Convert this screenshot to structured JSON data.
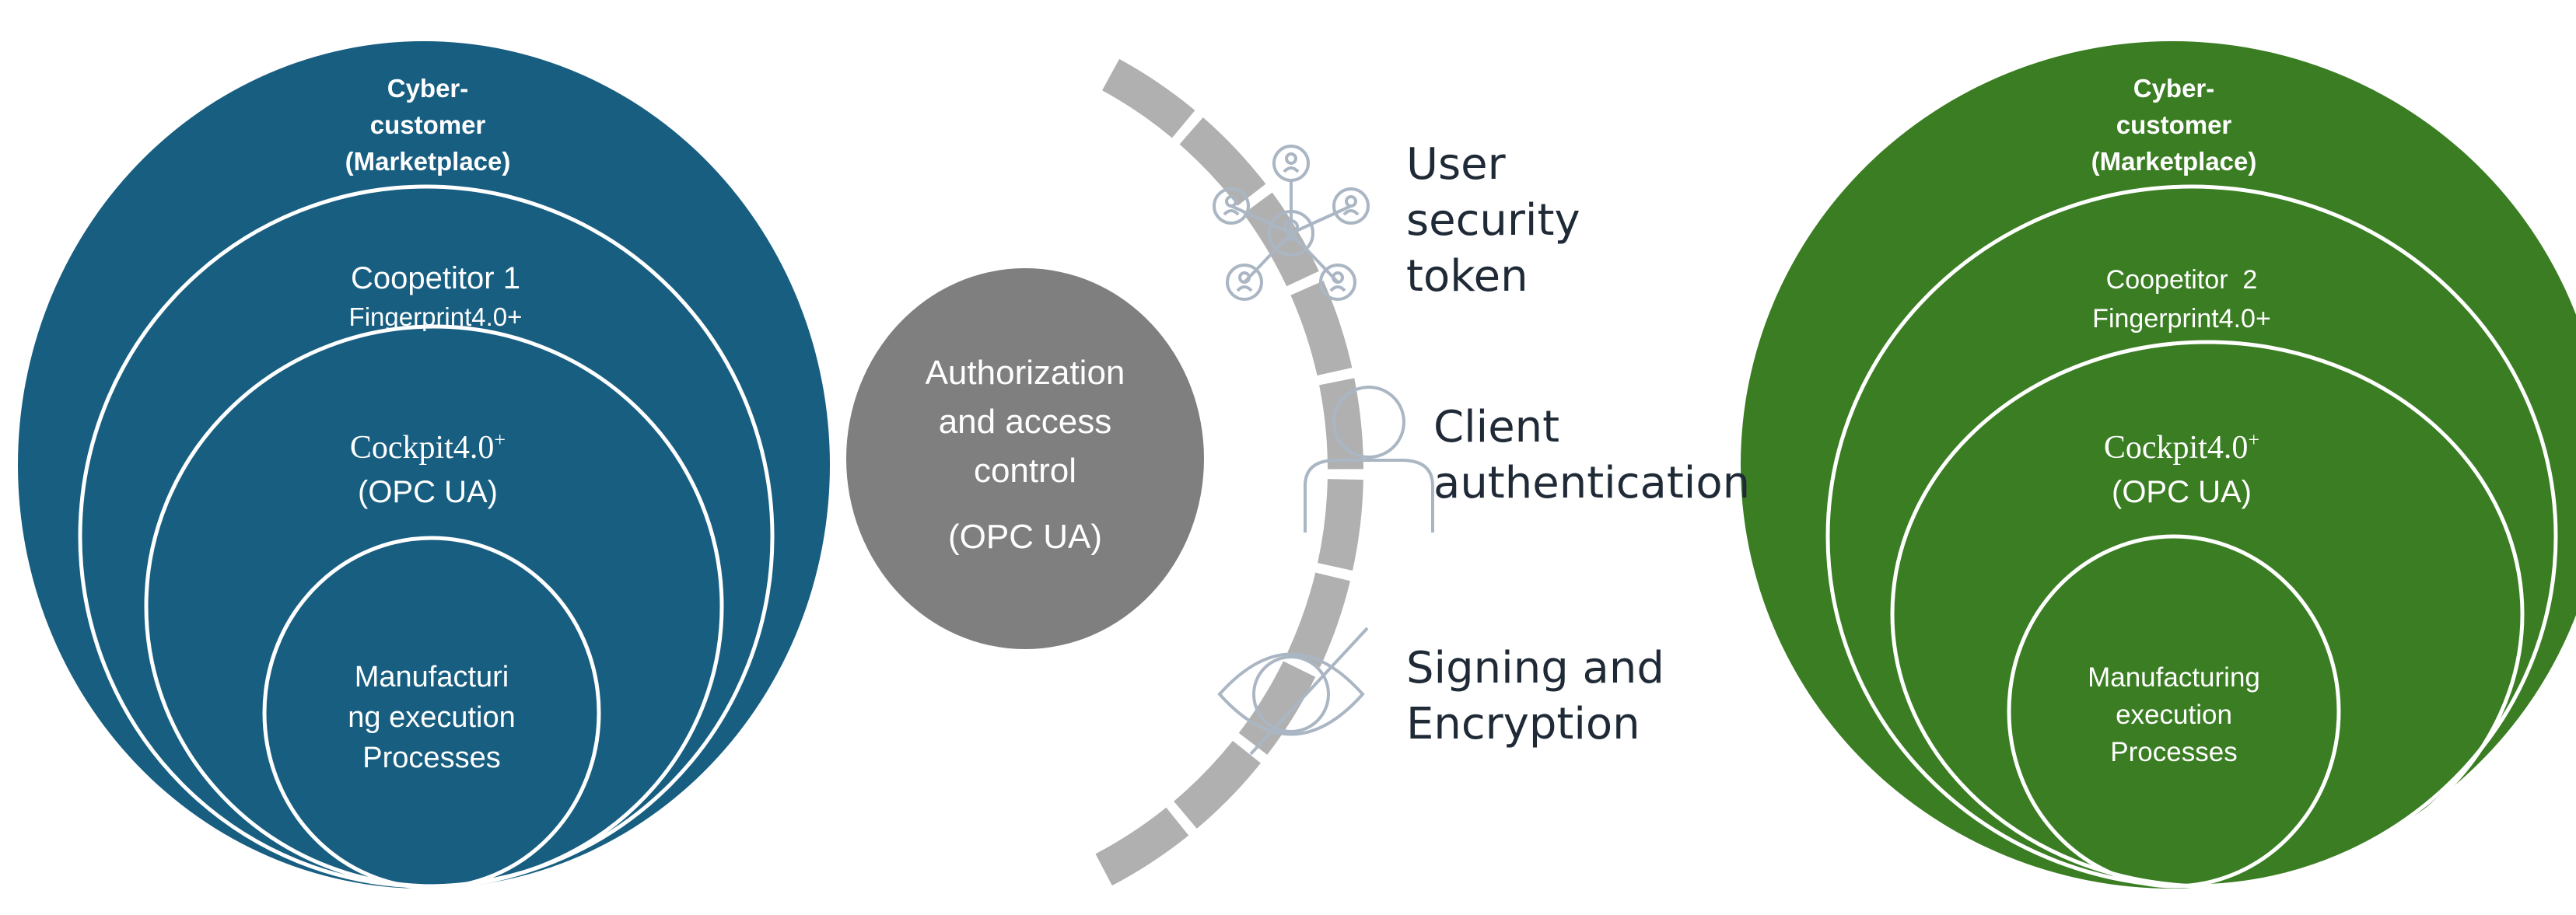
{
  "colors": {
    "left_circle": "#175e81",
    "right_circle": "#3a7d22",
    "center_circle": "#7f7f7f",
    "arc": "#b0b0b0",
    "icon_stroke": "#aab6c3",
    "ring_stroke": "#ffffff",
    "text_dark": "#1f2a36"
  },
  "left": {
    "outer": [
      "Cyber-",
      "customer",
      "(Marketplace)"
    ],
    "ring2": [
      "Coopetitor 1",
      "Fingerprint4.0+"
    ],
    "ring3_base": "Cockpit4.0",
    "ring3_sup": "+",
    "ring3_sub": "(OPC UA)",
    "core": [
      "Manufacturi",
      "ng execution",
      "Processes"
    ]
  },
  "center": {
    "lines": [
      "Authorization",
      "and access",
      "control"
    ],
    "sub": "(OPC UA)"
  },
  "security_layers": [
    {
      "icon": "network-users-icon",
      "lines": [
        "User",
        "security",
        "token"
      ]
    },
    {
      "icon": "person-icon",
      "lines": [
        "Client",
        "authentication"
      ]
    },
    {
      "icon": "eye-icon",
      "lines": [
        "Signing and",
        "Encryption"
      ]
    }
  ],
  "right": {
    "outer": [
      "Cyber-",
      "customer",
      "(Marketplace)"
    ],
    "ring2": [
      "Coopetitor  2",
      "Fingerprint4.0+"
    ],
    "ring3_base": "Cockpit4.0",
    "ring3_sup": "+",
    "ring3_sub": "(OPC UA)",
    "core": [
      "Manufacturing",
      "execution",
      "Processes"
    ]
  }
}
